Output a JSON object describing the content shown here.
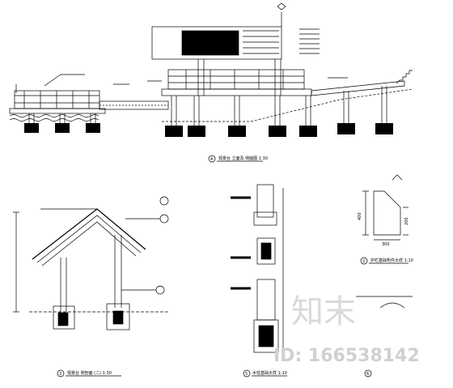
{
  "captions": {
    "elevation": "观景台 立面及 侧面图 1:30",
    "section": "观景台 侧剖面 (二) 1:30",
    "column_detail": "木柱基础大样 1:10",
    "bracket_detail": "护栏基础构件大样 1:10"
  },
  "detail_marks": {
    "elevation": "4",
    "section": "3",
    "column_detail": "5",
    "bracket_detail": "2",
    "small": "6"
  },
  "dimensions": {
    "bracket_height": "400",
    "bracket_width": "300",
    "bracket_inner": "200"
  },
  "watermark": {
    "logo_text": "知末",
    "id_text": "ID: 166538142"
  },
  "colors": {
    "line": "#000000",
    "watermark": "#d0d0d0"
  }
}
